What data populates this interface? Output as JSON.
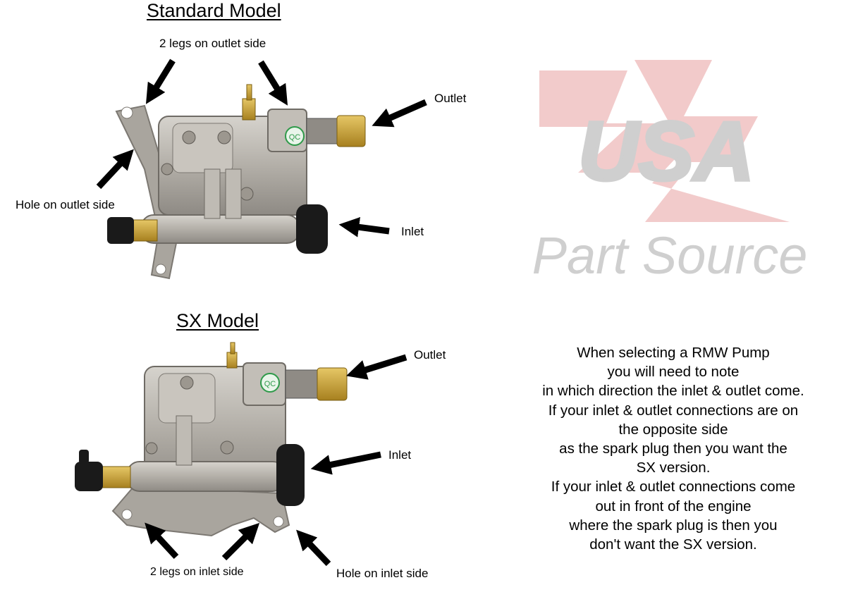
{
  "standard": {
    "heading": "Standard Model",
    "legs_label": "2 legs on outlet side",
    "outlet_label": "Outlet",
    "hole_label": "Hole on outlet side",
    "inlet_label": "Inlet"
  },
  "sx": {
    "heading": "SX Model",
    "outlet_label": "Outlet",
    "inlet_label": "Inlet",
    "legs_label": "2 legs on inlet side",
    "hole_label": "Hole on inlet side"
  },
  "logo": {
    "line1": "USA",
    "line2": "Part Source",
    "colors": {
      "bolt": "#e8a0a0",
      "text": "#cfcfcf"
    }
  },
  "note": {
    "lines": [
      "When selecting a RMW Pump",
      "you will need to note",
      "in which direction the inlet & outlet come.",
      "If your inlet & outlet connections are on",
      "the opposite side",
      "as the spark plug then you want the",
      "SX version.",
      "If your inlet & outlet connections come",
      "out in front of the engine",
      "where the spark plug is then you",
      "don't want the SX version."
    ]
  },
  "colors": {
    "metal": "#b9b5ae",
    "brass": "#c9a23a",
    "cap": "#1a1a1a",
    "qc_badge": "#2f9a4a"
  }
}
